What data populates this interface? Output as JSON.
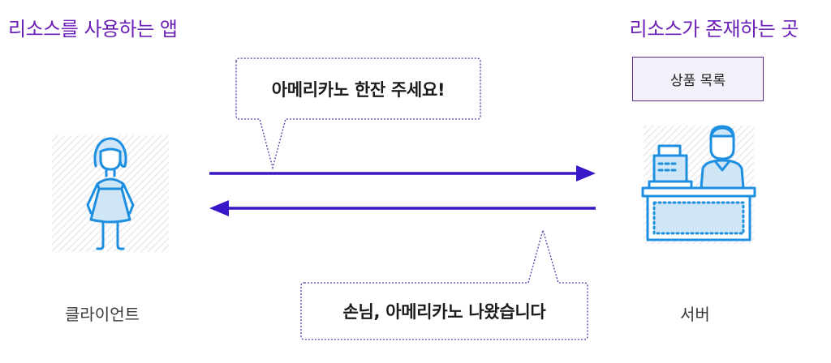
{
  "headings": {
    "left": "리소스를 사용하는 앱",
    "right": "리소스가 존재하는 곳"
  },
  "product_list_label": "상품 목록",
  "request_bubble": "아메리카노 한잔 주세요!",
  "response_bubble": "손님, 아메리카노 나왔습니다",
  "labels": {
    "client": "클라이언트",
    "server": "서버"
  },
  "colors": {
    "heading": "#6b1fb8",
    "arrow": "#3a16c9",
    "icon": "#1d8fe0",
    "icon_fill": "#cfe6f7"
  },
  "icons": {
    "client": "woman-icon",
    "server": "cashier-counter-icon"
  }
}
